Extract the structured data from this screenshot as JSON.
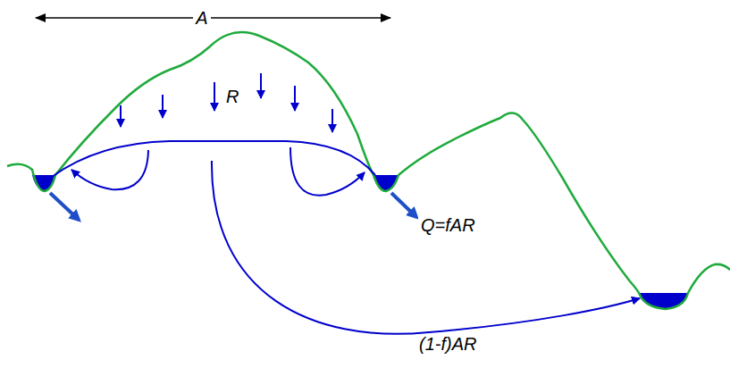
{
  "diagram": {
    "labels": [
      "A",
      "R",
      "Q=fAR",
      "(1-f)AR"
    ]
  }
}
